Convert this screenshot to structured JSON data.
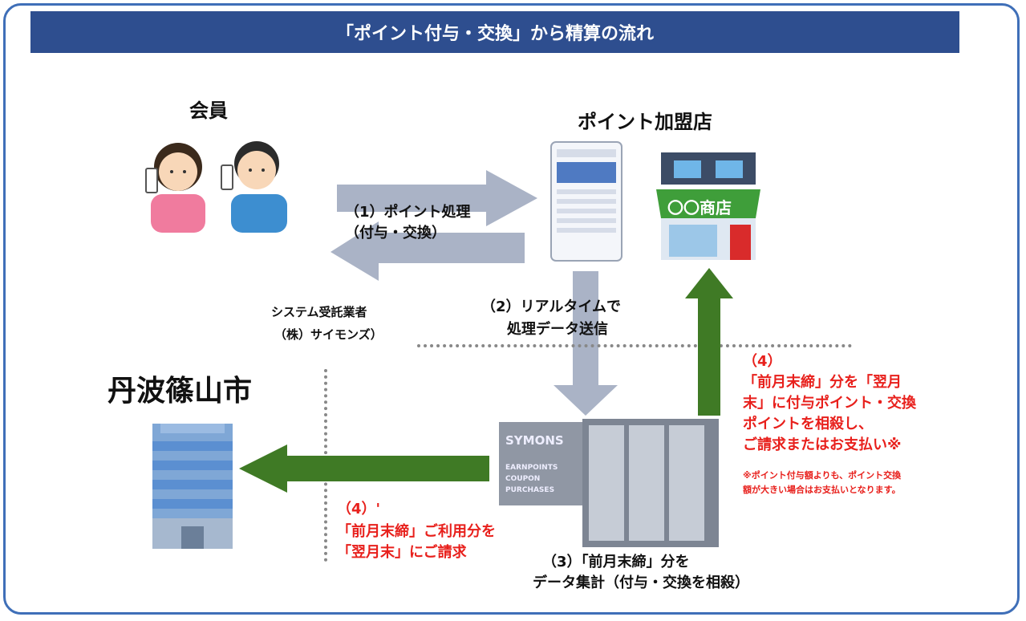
{
  "banner_title": "「ポイント付与・交換」から精算の流れ",
  "member_label": "会員",
  "store_label": "ポイント加盟店",
  "store_sign": "〇〇商店",
  "step1_line1": "（1）ポイント処理",
  "step1_line2": "（付与・交換）",
  "contractor_line1": "システム受託業者",
  "contractor_line2": "（株）サイモンズ）",
  "step2_line1": "（2）リアルタイムで",
  "step2_line2": "処理データ送信",
  "city_label": "丹波篠山市",
  "step4_number": "（4）",
  "step4_line1": "「前月末締」分を「翌月",
  "step4_line2": "末」に付与ポイント・交換",
  "step4_line3": "ポイントを相殺し、",
  "step4_line4": "ご請求またはお支払い※",
  "note_line1": "※ポイント付与額よりも、ポイント交換",
  "note_line2": "額が大きい場合はお支払いとなります。",
  "step4b_number": "（4）'",
  "step4b_line1": "「前月末締」ご利用分を",
  "step4b_line2": "「翌月末」にご請求",
  "step3_line1": "（3）「前月末締」分を",
  "step3_line2": "データ集計（付与・交換を相殺）",
  "server_brand": "SYMONS",
  "server_sub1": "EARNPOINTS",
  "server_sub2": "COUPON",
  "server_sub3": "PURCHASES",
  "colors": {
    "banner": "#2e4e8f",
    "frame": "#3f6fb8",
    "green_arrow": "#3f7a25",
    "gray_arrow": "#aab3c6",
    "red_text": "#e8201c"
  }
}
